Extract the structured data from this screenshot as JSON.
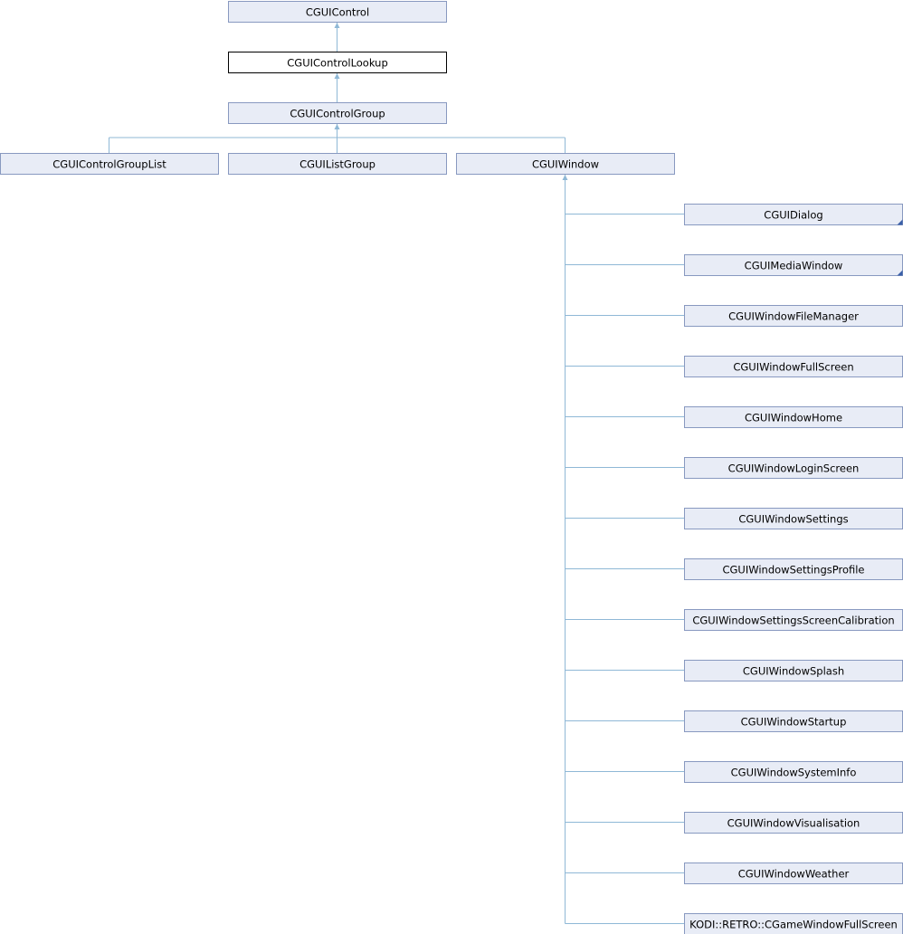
{
  "nodes": [
    {
      "id": "cguicontrol",
      "label": "CGUIControl",
      "current": false,
      "has_more": false
    },
    {
      "id": "cguicontrollookup",
      "label": "CGUIControlLookup",
      "current": true,
      "has_more": false
    },
    {
      "id": "cguicontrolgroup",
      "label": "CGUIControlGroup",
      "current": false,
      "has_more": false
    },
    {
      "id": "cguicontrolgrouplist",
      "label": "CGUIControlGroupList",
      "current": false,
      "has_more": false
    },
    {
      "id": "cguilistgroup",
      "label": "CGUIListGroup",
      "current": false,
      "has_more": false
    },
    {
      "id": "cguiwindow",
      "label": "CGUIWindow",
      "current": false,
      "has_more": false
    },
    {
      "id": "cguidialog",
      "label": "CGUIDialog",
      "current": false,
      "has_more": true
    },
    {
      "id": "cguimediawindow",
      "label": "CGUIMediaWindow",
      "current": false,
      "has_more": true
    },
    {
      "id": "cguiwindowfilemanager",
      "label": "CGUIWindowFileManager",
      "current": false,
      "has_more": false
    },
    {
      "id": "cguiwindowfullscreen",
      "label": "CGUIWindowFullScreen",
      "current": false,
      "has_more": false
    },
    {
      "id": "cguiwindowhome",
      "label": "CGUIWindowHome",
      "current": false,
      "has_more": false
    },
    {
      "id": "cguiwindowloginscreen",
      "label": "CGUIWindowLoginScreen",
      "current": false,
      "has_more": false
    },
    {
      "id": "cguiwindowsettings",
      "label": "CGUIWindowSettings",
      "current": false,
      "has_more": false
    },
    {
      "id": "cguiwindowsettingsprofile",
      "label": "CGUIWindowSettingsProfile",
      "current": false,
      "has_more": false
    },
    {
      "id": "cguiwindowsettingsscreencalibration",
      "label": "CGUIWindowSettingsScreenCalibration",
      "current": false,
      "has_more": false
    },
    {
      "id": "cguiwindowsplash",
      "label": "CGUIWindowSplash",
      "current": false,
      "has_more": false
    },
    {
      "id": "cguiwindowstartup",
      "label": "CGUIWindowStartup",
      "current": false,
      "has_more": false
    },
    {
      "id": "cguiwindowsysteminfo",
      "label": "CGUIWindowSystemInfo",
      "current": false,
      "has_more": false
    },
    {
      "id": "cguiwindowvisualisation",
      "label": "CGUIWindowVisualisation",
      "current": false,
      "has_more": false
    },
    {
      "id": "cguiwindowweather",
      "label": "CGUIWindowWeather",
      "current": false,
      "has_more": false
    },
    {
      "id": "kodi-retro-cgamewindowfullscreen",
      "label": "KODI::RETRO::CGameWindowFullScreen",
      "current": false,
      "has_more": false
    }
  ],
  "edges": [
    {
      "child": "cguicontrollookup",
      "parent": "cguicontrol"
    },
    {
      "child": "cguicontrolgroup",
      "parent": "cguicontrollookup"
    },
    {
      "child": "cguicontrolgrouplist",
      "parent": "cguicontrolgroup"
    },
    {
      "child": "cguilistgroup",
      "parent": "cguicontrolgroup"
    },
    {
      "child": "cguiwindow",
      "parent": "cguicontrolgroup"
    },
    {
      "child": "cguidialog",
      "parent": "cguiwindow"
    },
    {
      "child": "cguimediawindow",
      "parent": "cguiwindow"
    },
    {
      "child": "cguiwindowfilemanager",
      "parent": "cguiwindow"
    },
    {
      "child": "cguiwindowfullscreen",
      "parent": "cguiwindow"
    },
    {
      "child": "cguiwindowhome",
      "parent": "cguiwindow"
    },
    {
      "child": "cguiwindowloginscreen",
      "parent": "cguiwindow"
    },
    {
      "child": "cguiwindowsettings",
      "parent": "cguiwindow"
    },
    {
      "child": "cguiwindowsettingsprofile",
      "parent": "cguiwindow"
    },
    {
      "child": "cguiwindowsettingsscreencalibration",
      "parent": "cguiwindow"
    },
    {
      "child": "cguiwindowsplash",
      "parent": "cguiwindow"
    },
    {
      "child": "cguiwindowstartup",
      "parent": "cguiwindow"
    },
    {
      "child": "cguiwindowsysteminfo",
      "parent": "cguiwindow"
    },
    {
      "child": "cguiwindowvisualisation",
      "parent": "cguiwindow"
    },
    {
      "child": "cguiwindowweather",
      "parent": "cguiwindow"
    },
    {
      "child": "kodi-retro-cgamewindowfullscreen",
      "parent": "cguiwindow"
    }
  ],
  "colors": {
    "node_fill": "#e8ecf6",
    "node_border": "#8899c0",
    "current_fill": "#ffffff",
    "current_border": "#000000",
    "edge": "#8fb8d6"
  }
}
